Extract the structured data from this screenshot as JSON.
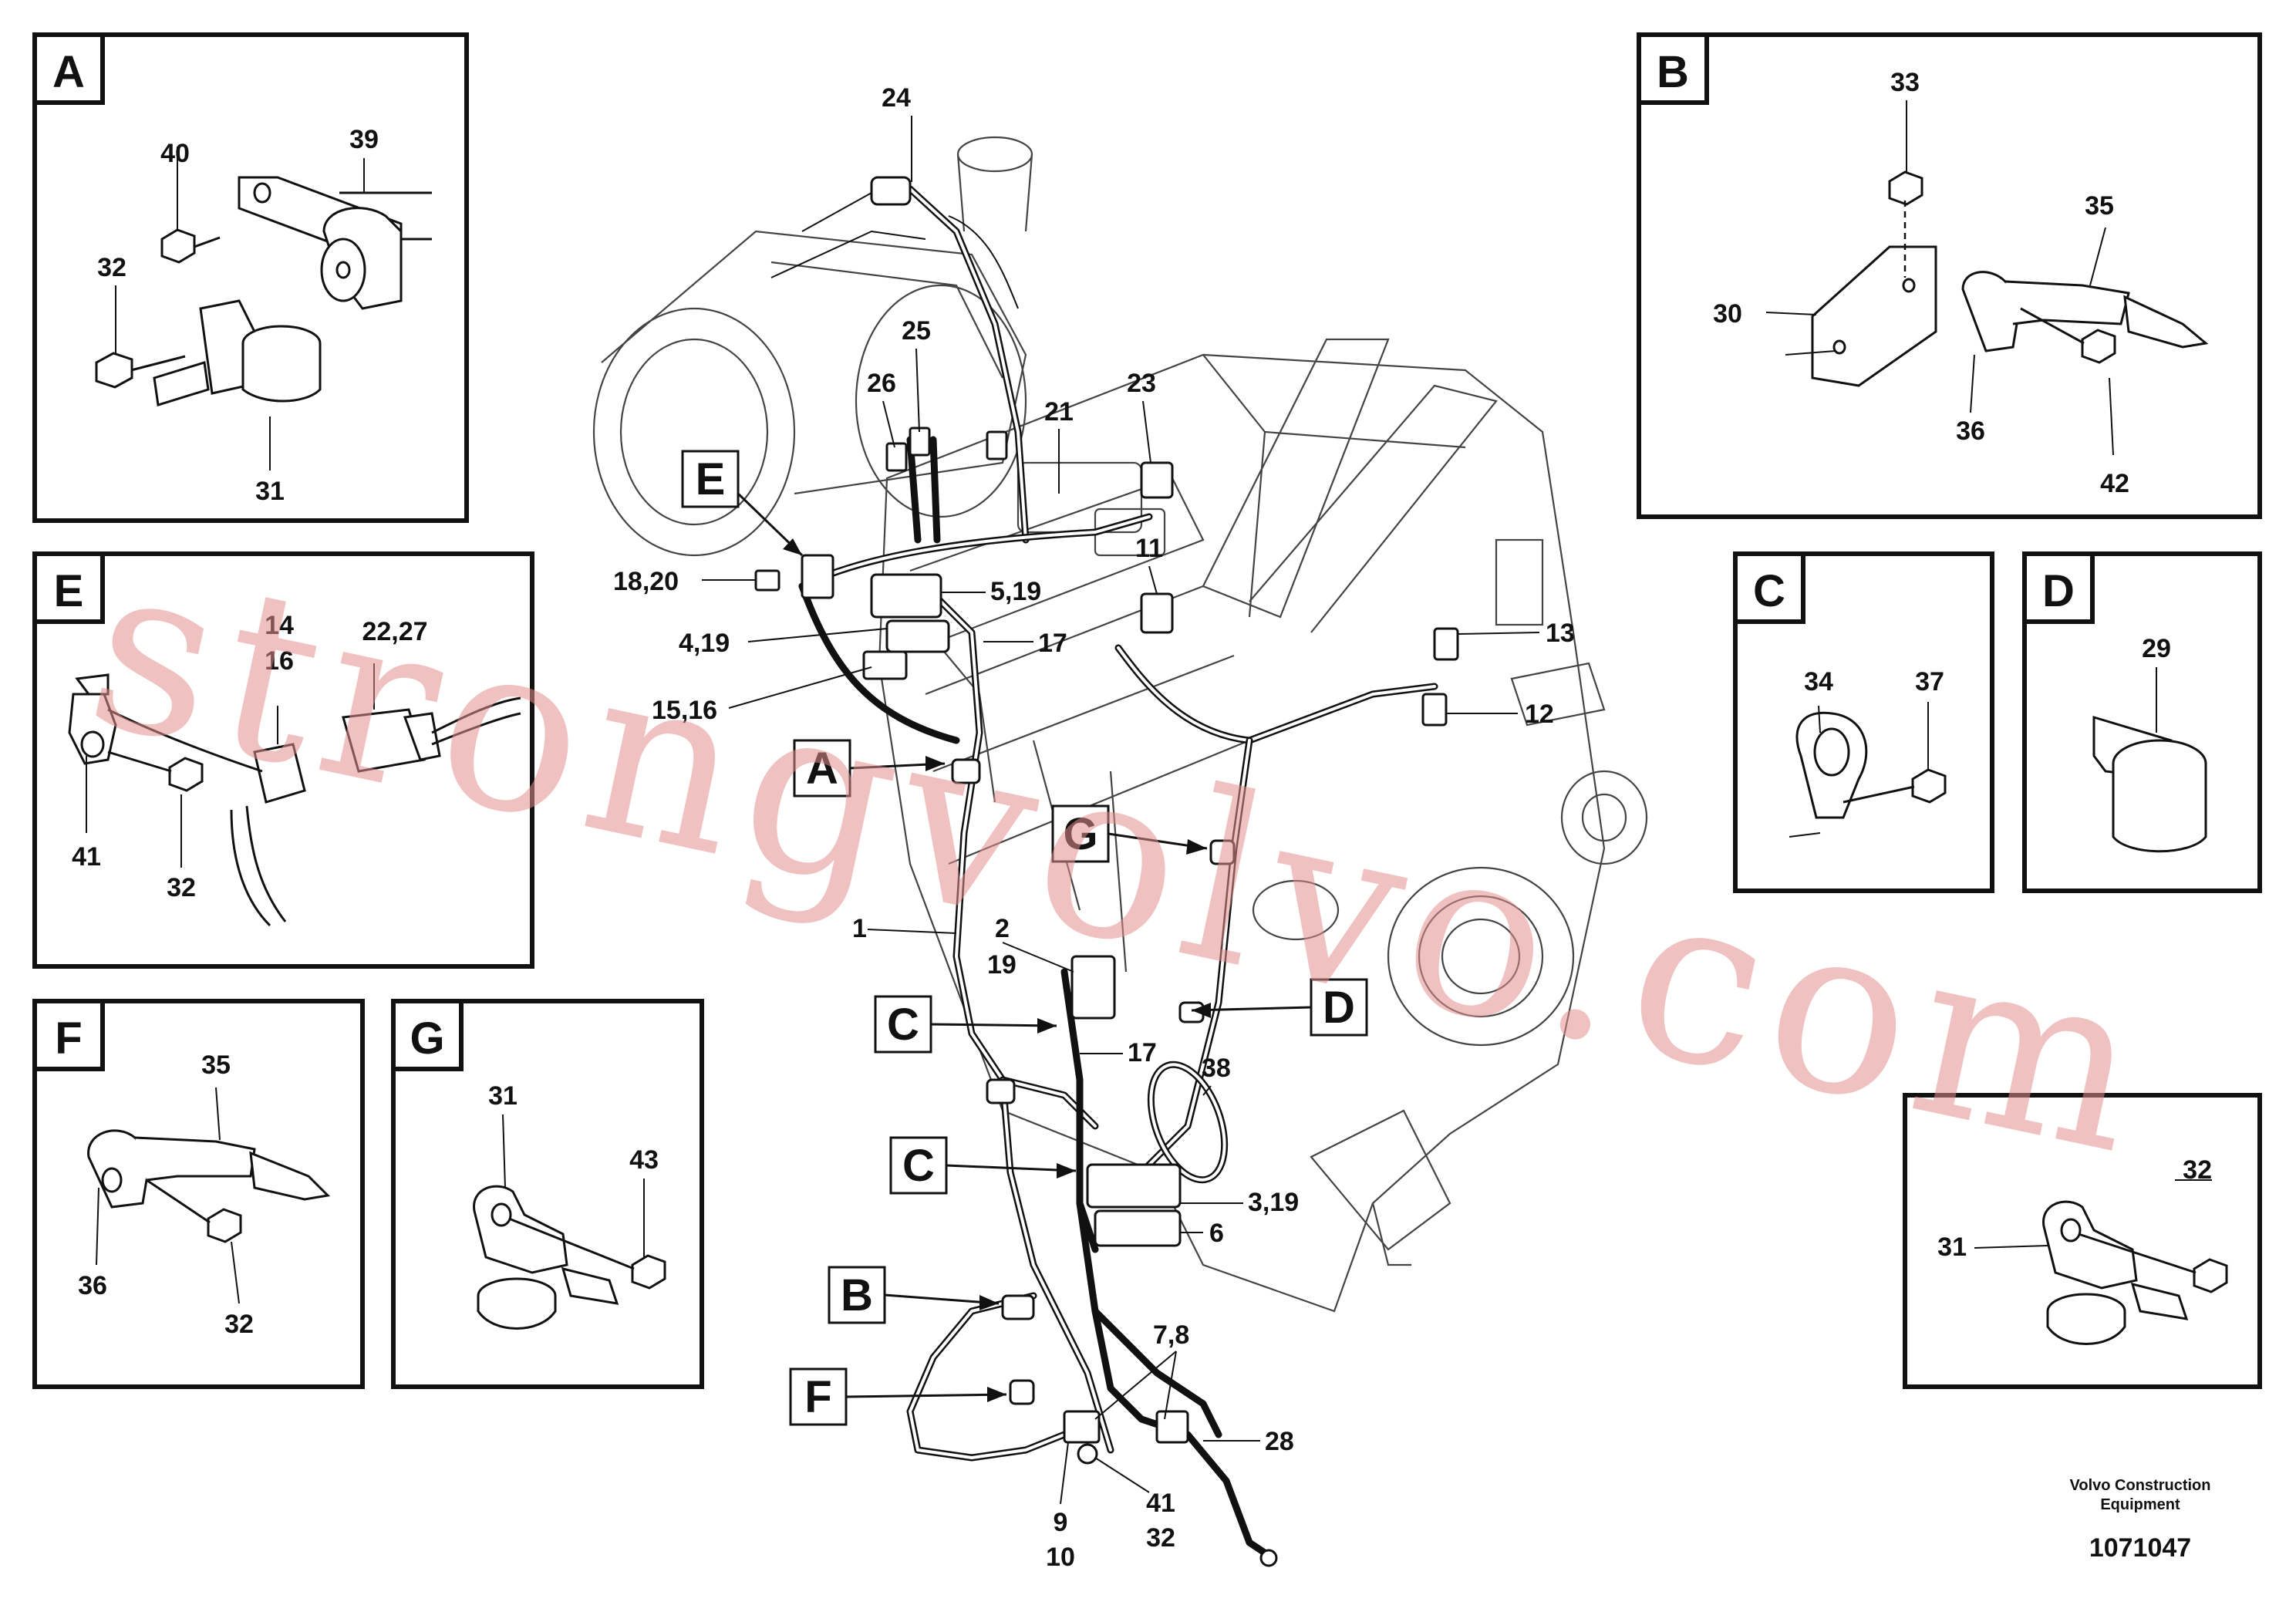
{
  "panels": {
    "A": {
      "letter": "A",
      "parts": [
        "39",
        "40",
        "32",
        "31"
      ]
    },
    "B": {
      "letter": "B",
      "parts": [
        "33",
        "35",
        "30",
        "36",
        "42"
      ]
    },
    "C": {
      "letter": "C",
      "parts": [
        "34",
        "37"
      ]
    },
    "D": {
      "letter": "D",
      "parts": [
        "29"
      ]
    },
    "E": {
      "letter": "E",
      "parts": [
        "14",
        "16",
        "22,27",
        "41",
        "32"
      ]
    },
    "F": {
      "letter": "F",
      "parts": [
        "35",
        "36",
        "32"
      ]
    },
    "G": {
      "letter": "G",
      "parts": [
        "31",
        "43"
      ]
    },
    "H": {
      "parts": [
        "32",
        "31"
      ]
    }
  },
  "callouts": [
    "A",
    "C",
    "C",
    "B",
    "F",
    "E",
    "G",
    "D"
  ],
  "main_labels": [
    "24",
    "25",
    "26",
    "21",
    "23",
    "11",
    "13",
    "12",
    "18,20",
    "5,19",
    "4,19",
    "17",
    "15,16",
    "1",
    "2",
    "19",
    "17",
    "38",
    "3,19",
    "6",
    "7,8",
    "28",
    "9",
    "10",
    "41",
    "32"
  ],
  "footer": {
    "company_line1": "Volvo Construction",
    "company_line2": "Equipment",
    "drawing_number": "1071047"
  },
  "watermark": "strongvolvo.com"
}
